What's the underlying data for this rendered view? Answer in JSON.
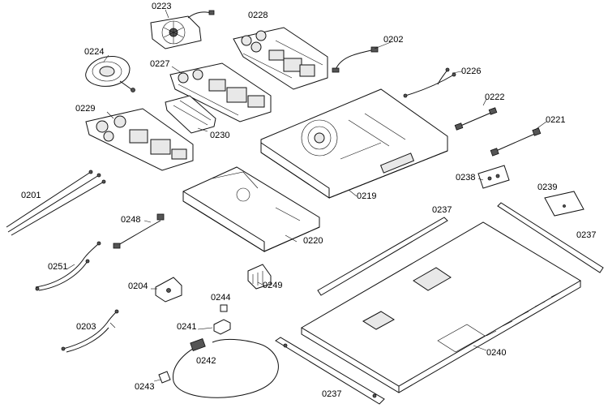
{
  "parts": {
    "p0223": "0223",
    "p0228": "0228",
    "p0202": "0202",
    "p0224": "0224",
    "p0227": "0227",
    "p0226": "0226",
    "p0222": "0222",
    "p0229": "0229",
    "p0230": "0230",
    "p0221": "0221",
    "p0238": "0238",
    "p0239": "0239",
    "p0201": "0201",
    "p0219": "0219",
    "p0237a": "0237",
    "p0237b": "0237",
    "p0237c": "0237",
    "p0248": "0248",
    "p0220": "0220",
    "p0251": "0251",
    "p0204": "0204",
    "p0249": "0249",
    "p0244": "0244",
    "p0241": "0241",
    "p0203": "0203",
    "p0242": "0242",
    "p0240": "0240",
    "p0243": "0243"
  }
}
